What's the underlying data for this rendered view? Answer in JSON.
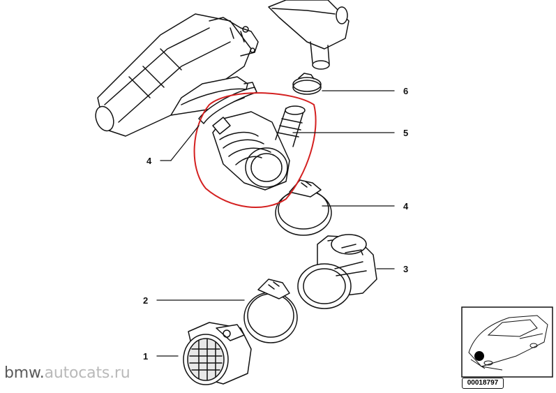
{
  "callouts": [
    {
      "id": "1",
      "label": "1"
    },
    {
      "id": "2",
      "label": "2"
    },
    {
      "id": "3",
      "label": "3"
    },
    {
      "id": "4a",
      "label": "4"
    },
    {
      "id": "4b",
      "label": "4"
    },
    {
      "id": "5",
      "label": "5"
    },
    {
      "id": "6",
      "label": "6"
    }
  ],
  "watermark": {
    "prefix": "bmw.",
    "domain": "autocats.ru"
  },
  "reference_number": "00018797",
  "colors": {
    "line": "#111111",
    "highlight_circle": "#d42020",
    "background": "#ffffff"
  }
}
